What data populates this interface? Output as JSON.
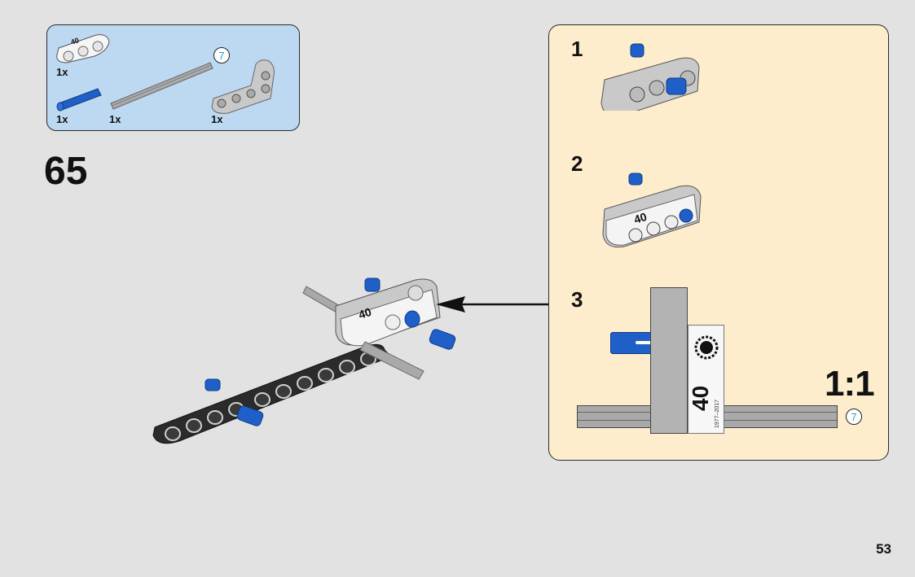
{
  "page": {
    "number": "53"
  },
  "parts_list": {
    "items": [
      {
        "name": "white-40-anniversary-beam",
        "qty": "1x"
      },
      {
        "name": "blue-pin",
        "qty": "1x"
      },
      {
        "name": "axle-7",
        "qty": "1x",
        "length": "7"
      },
      {
        "name": "bent-beam-light-gray",
        "qty": "1x"
      }
    ]
  },
  "step": {
    "number": "65"
  },
  "submodel": {
    "steps": [
      {
        "number": "1"
      },
      {
        "number": "2"
      },
      {
        "number": "3"
      }
    ],
    "scale_label": "1:1",
    "axle_length": "7",
    "badge_number": "40",
    "badge_years": "1977–2017"
  },
  "colors": {
    "page_bg": "#e2e2e2",
    "parts_bg": "#bdd9f2",
    "submodel_bg": "#fdedcc",
    "blue_pin": "#1f5fc8",
    "axle_gray": "#a9a9a9",
    "beam_black": "#2b2b2b",
    "length_text": "#2aa3c9"
  }
}
